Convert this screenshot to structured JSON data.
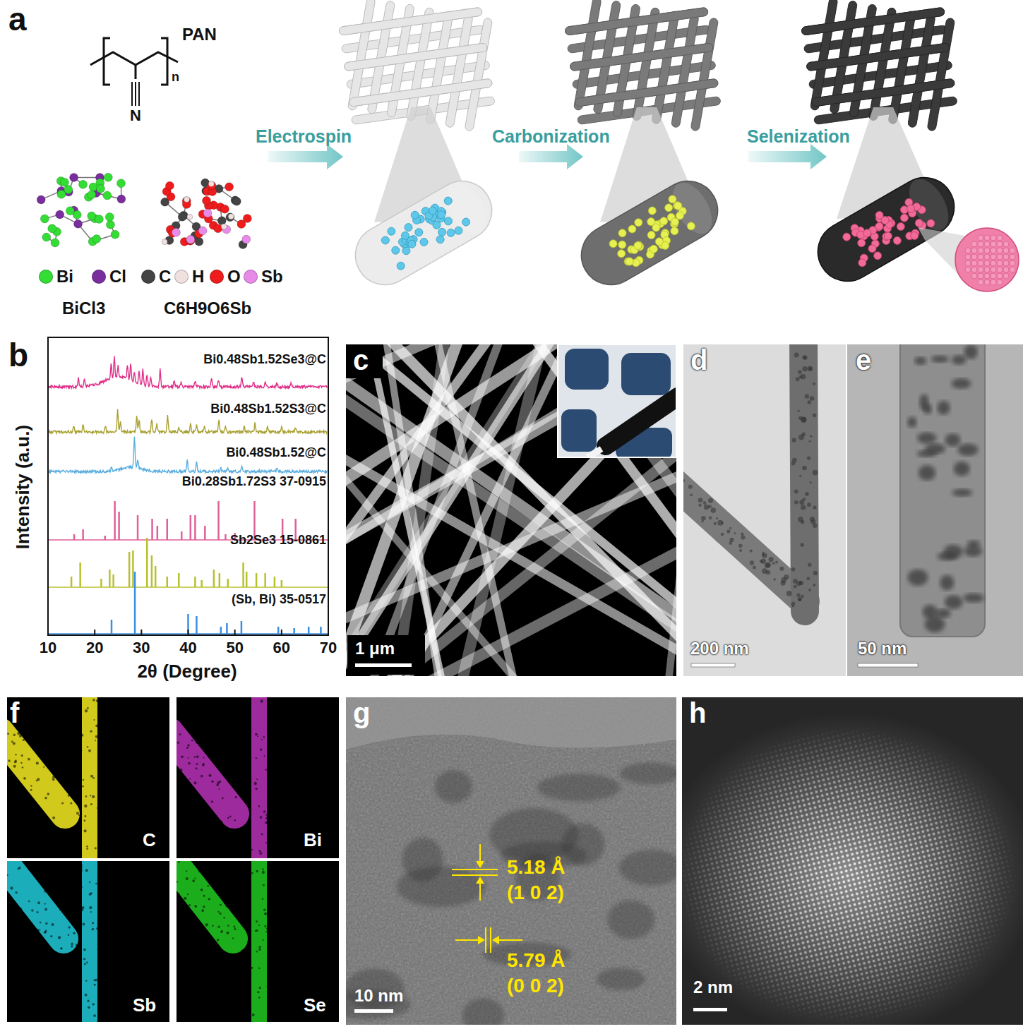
{
  "diagram": {
    "nodes": [
      {
        "text": [
          "c",
          "1 μm"
        ]
      },
      {
        "text": [
          "d",
          "200 nm"
        ]
      },
      {
        "text": [
          "e",
          "50 nm"
        ]
      },
      {
        "text": [
          "f",
          "C"
        ]
      },
      {
        "text": [
          "Bi"
        ]
      },
      {
        "text": [
          "Sb"
        ]
      },
      {
        "text": [
          "Se"
        ]
      },
      {
        "text": [
          "g",
          "5.18 Å",
          "(1 0 2)",
          "5.79 Å",
          "(0 0 2)",
          "10 nm"
        ]
      },
      {
        "text": [
          "h",
          "2 nm"
        ]
      }
    ],
    "labels": [
      "a",
      "PAN",
      "n",
      "N",
      "Electrospin",
      "Carbonization",
      "Selenization",
      "BiCl3",
      "C6H9O6Sb",
      "b",
      "Intensity (a.u.)",
      "2θ (Degree)",
      "10",
      "20",
      "30",
      "40",
      "50",
      "60",
      "70",
      "Bi0.48Sb1.52Se3@C",
      "Bi0.48Sb1.52S3@C",
      "Bi0.48Sb1.52@C",
      "Bi0.28Sb1.72S3 37-0915",
      "Sb2Se3 15-0861",
      "(Sb, Bi) 35-0517"
    ],
    "legend": [
      {
        "text": "Bi",
        "color": "#33dd33"
      },
      {
        "text": "Cl",
        "color": "#7a2e9e"
      },
      {
        "text": "C",
        "color": "#444444"
      },
      {
        "text": "H",
        "color": "#f0e0e0"
      },
      {
        "text": "O",
        "color": "#ee1c1c"
      },
      {
        "text": "Sb",
        "color": "#e88ae8"
      }
    ]
  }
}
